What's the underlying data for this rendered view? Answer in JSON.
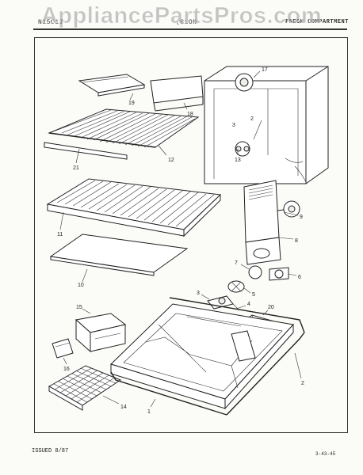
{
  "header": {
    "left_text": "N15C1J",
    "mid_text": "(BLON",
    "right_text": "FRESH COMPARTMENT"
  },
  "watermark": "AppliancePartsPros.com",
  "callouts": {
    "c17": "17",
    "c19": "19",
    "c18": "18",
    "c3a": "3",
    "c2a": "2",
    "c13": "13",
    "c21": "21",
    "c12": "12",
    "c9": "9",
    "c11": "11",
    "c8": "8",
    "c10": "10",
    "c7": "7",
    "c6": "6",
    "c5": "5",
    "c3b": "3",
    "c4": "4",
    "c15": "15",
    "c20": "20",
    "c16": "16",
    "c2b": "2",
    "c14": "14",
    "c1": "1"
  },
  "footer": {
    "issued": "ISSUED 8/87",
    "page_code": "3-43-45"
  }
}
